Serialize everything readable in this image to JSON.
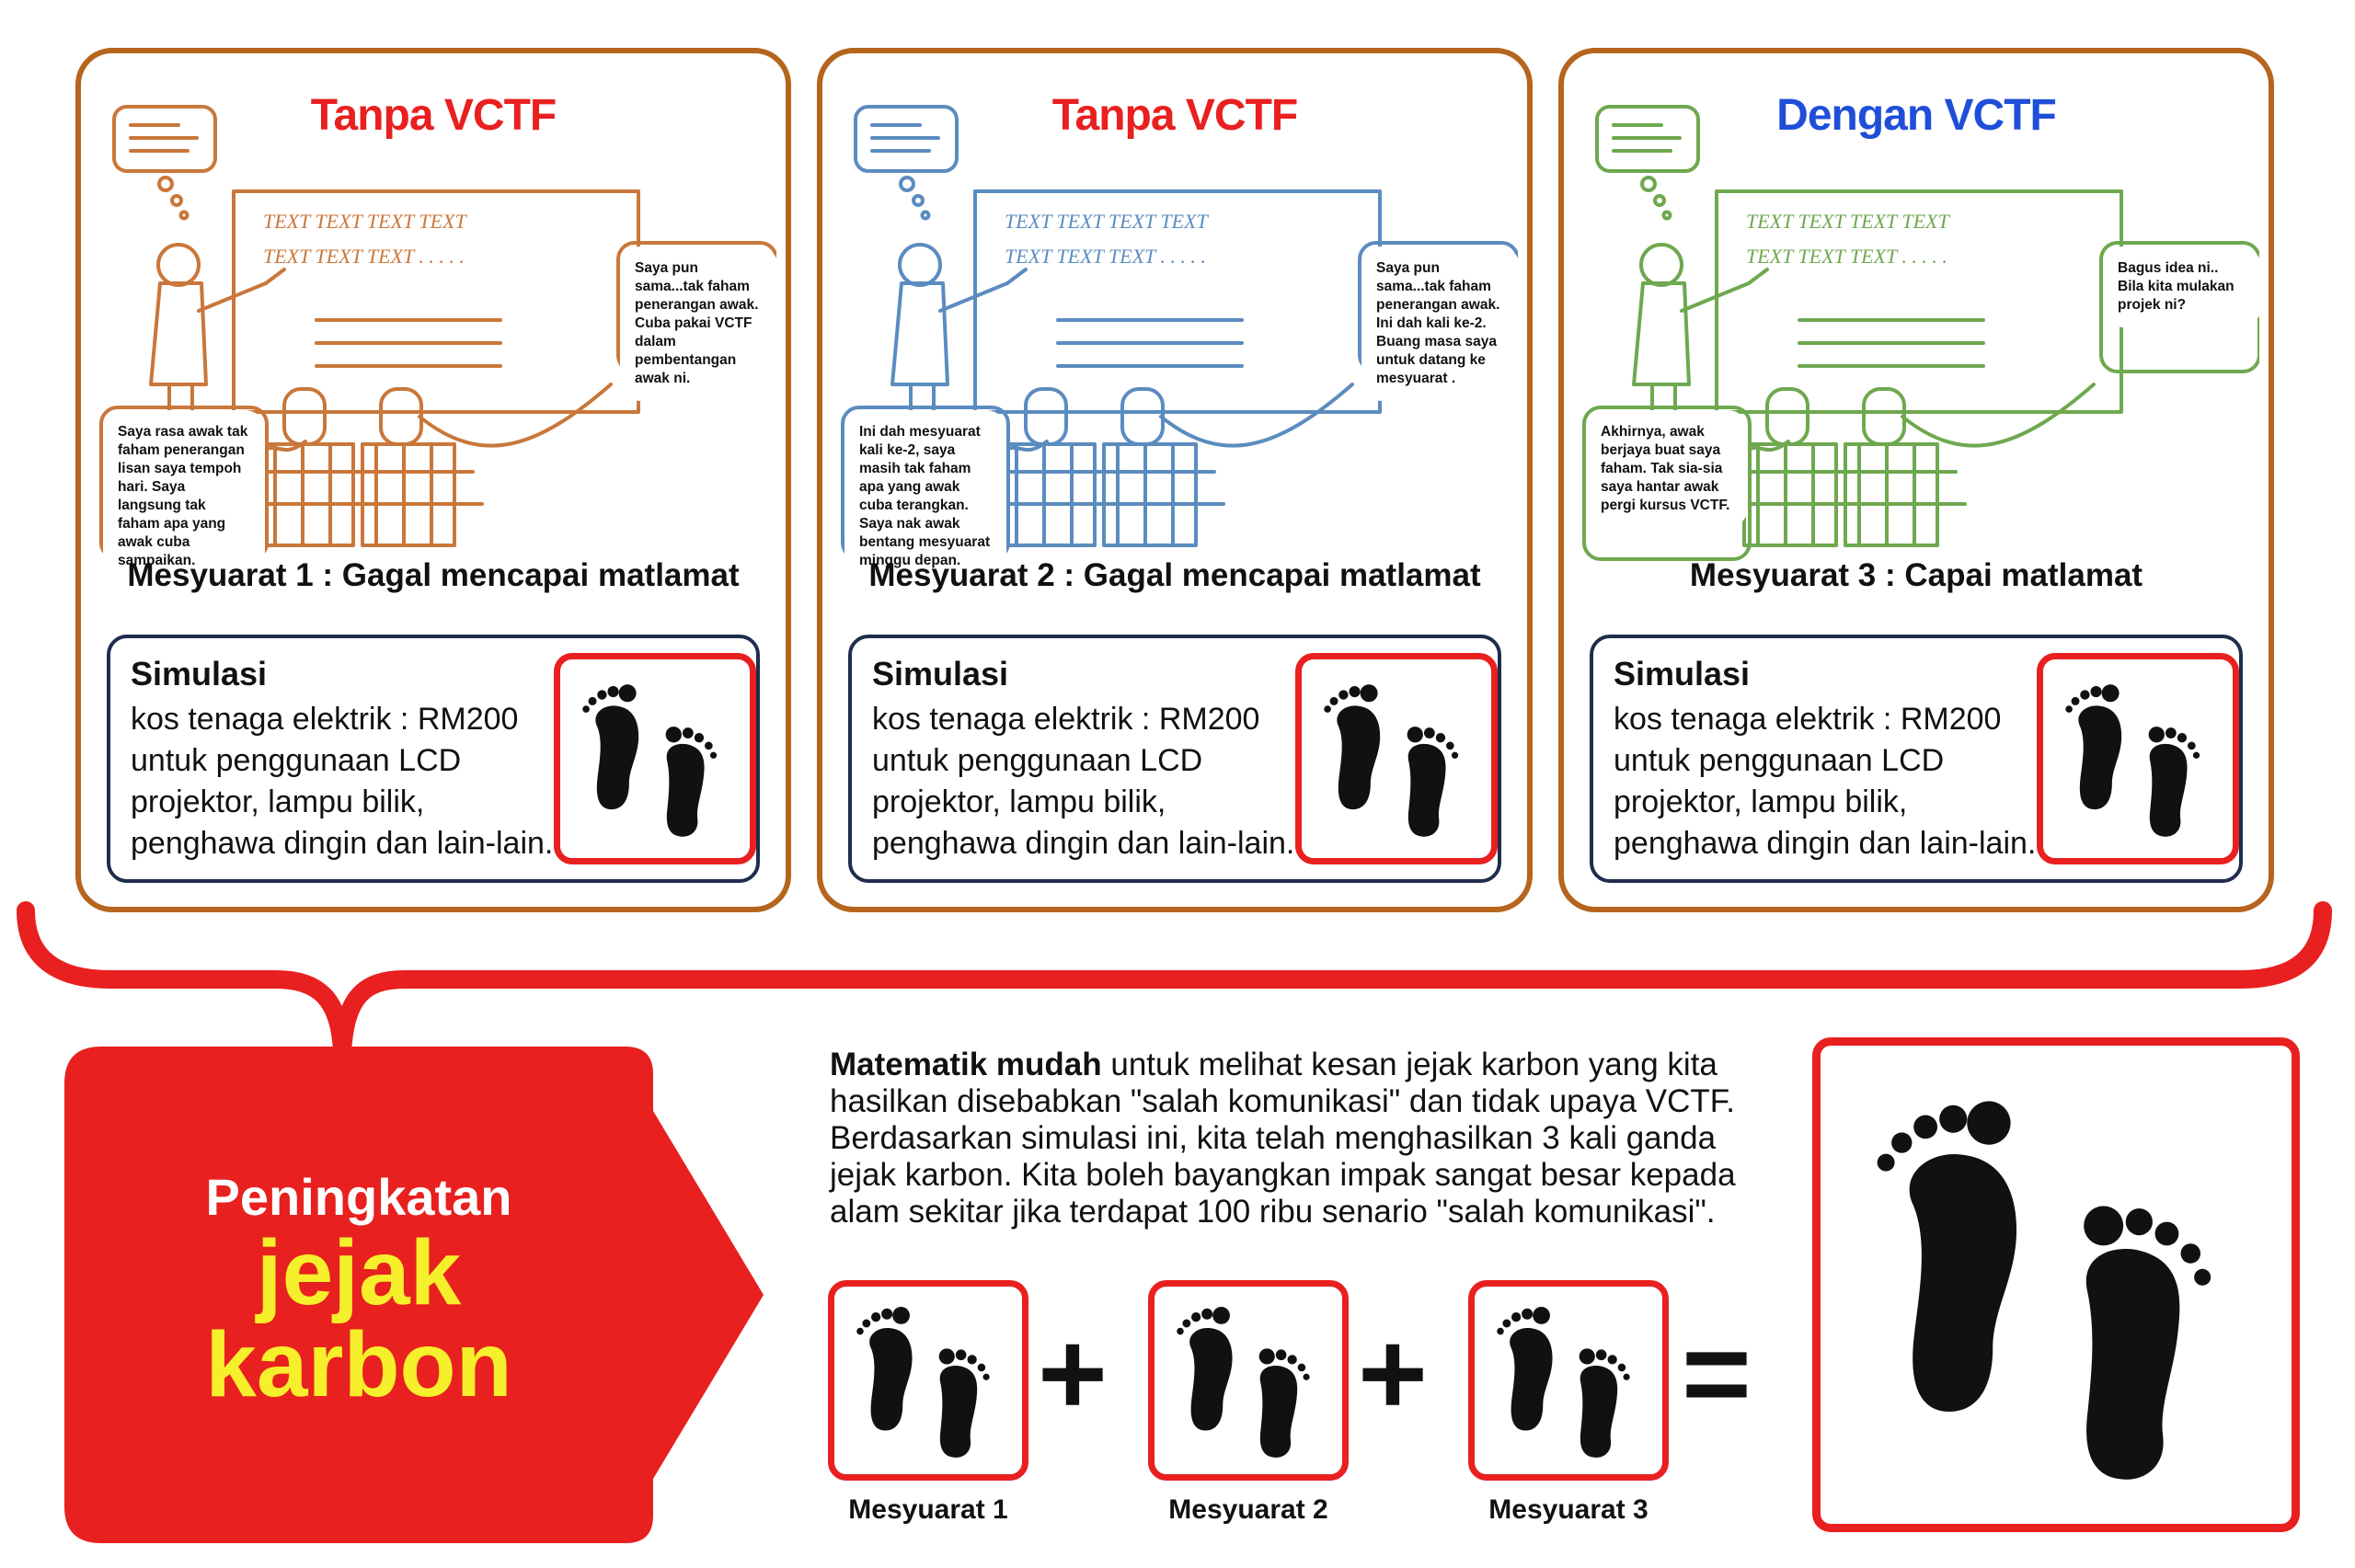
{
  "panels": [
    {
      "title": "Tanpa VCTF",
      "title_color": "#e8201f",
      "sketch_color": "#c9773a",
      "board_line1": "TEXT TEXT TEXT TEXT",
      "board_line2": "TEXT TEXT TEXT . . . . .",
      "speech_left": "Saya rasa awak tak faham penerangan lisan saya tempoh hari. Saya langsung tak faham apa yang awak cuba sampaikan.",
      "speech_right": "Saya pun sama...tak faham penerangan awak. Cuba pakai VCTF dalam pembentangan awak ni.",
      "caption": "Mesyuarat 1 : Gagal mencapai matlamat",
      "sim_title": "Simulasi",
      "sim_text": "kos tenaga elektrik : RM200 untuk penggunaan LCD projektor, lampu bilik, penghawa dingin dan lain-lain."
    },
    {
      "title": "Tanpa VCTF",
      "title_color": "#e8201f",
      "sketch_color": "#5b8cbf",
      "board_line1": "TEXT TEXT TEXT TEXT",
      "board_line2": "TEXT TEXT TEXT . . . . .",
      "speech_left": "Ini dah mesyuarat kali ke-2, saya masih tak faham apa yang awak cuba terangkan. Saya nak awak bentang mesyuarat minggu depan.",
      "speech_right": "Saya pun sama...tak faham penerangan awak. Ini dah kali ke-2. Buang masa saya untuk datang ke mesyuarat .",
      "caption": "Mesyuarat 2 : Gagal mencapai matlamat",
      "sim_title": "Simulasi",
      "sim_text": "kos tenaga elektrik : RM200 untuk penggunaan LCD projektor, lampu bilik, penghawa dingin dan lain-lain."
    },
    {
      "title": "Dengan VCTF",
      "title_color": "#1f4fd8",
      "sketch_color": "#6ea84f",
      "board_line1": "TEXT TEXT TEXT TEXT",
      "board_line2": "TEXT TEXT TEXT . . . . .",
      "speech_left": "Akhirnya, awak berjaya buat saya faham. Tak sia-sia saya hantar awak pergi kursus VCTF.",
      "speech_right": "Bagus idea ni.. Bila kita mulakan projek ni?",
      "caption": "Mesyuarat 3 : Capai matlamat",
      "sim_title": "Simulasi",
      "sim_text": "kos tenaga elektrik : RM200 untuk penggunaan LCD projektor, lampu bilik, penghawa dingin dan lain-lain."
    }
  ],
  "arrow": {
    "line1": "Peningkatan",
    "line2": "jejak",
    "line3": "karbon",
    "fill": "#e8201f",
    "highlight": "#f6ef2b"
  },
  "explanation": {
    "bold_lead": "Matematik mudah",
    "text": " untuk melihat kesan jejak karbon yang kita hasilkan disebabkan \"salah komunikasi\" dan tidak upaya VCTF. Berdasarkan simulasi ini, kita telah menghasilkan 3 kali ganda jejak karbon. Kita boleh bayangkan impak sangat besar kepada alam sekitar jika terdapat 100 ribu senario \"salah komunikasi\"."
  },
  "equation": {
    "labels": [
      "Mesyuarat 1",
      "Mesyuarat 2",
      "Mesyuarat 3"
    ],
    "plus": "+",
    "equals": "="
  },
  "icons": {
    "footprint": "footprints-icon"
  }
}
